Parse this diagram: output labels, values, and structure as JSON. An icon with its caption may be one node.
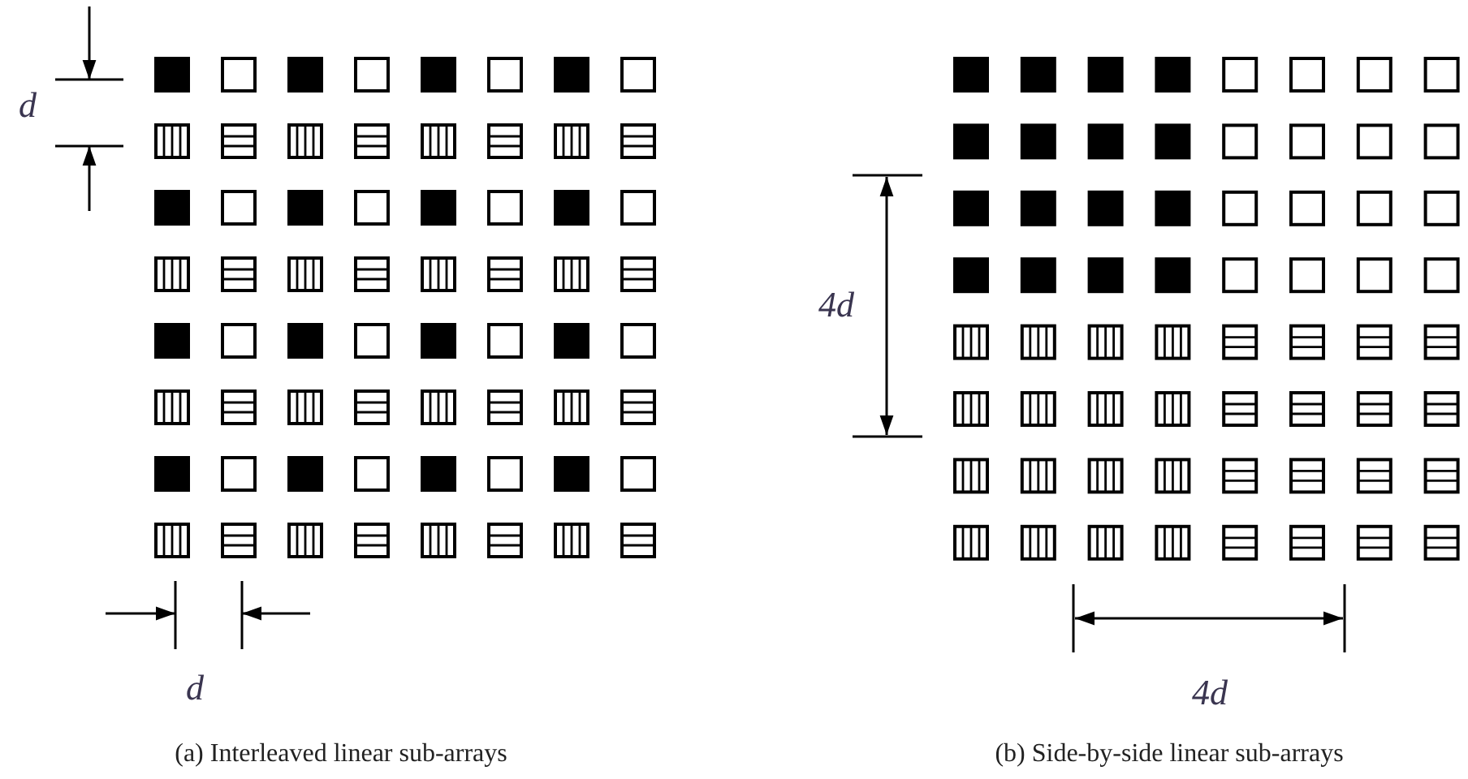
{
  "diagram": {
    "labels": [
      "d",
      "d",
      "4d",
      "4d",
      "(a) Interleaved linear sub-arrays",
      "(b) Side-by-side linear sub-arrays"
    ]
  }
}
